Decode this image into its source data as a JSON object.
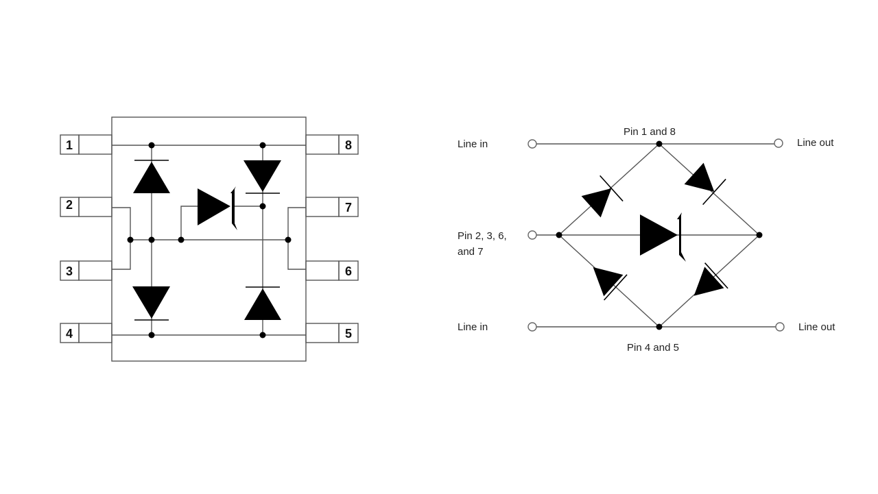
{
  "package_diagram": {
    "pins_left": [
      "1",
      "2",
      "3",
      "4"
    ],
    "pins_right": [
      "8",
      "7",
      "6",
      "5"
    ]
  },
  "schematic": {
    "line_in_top": "Line in",
    "line_in_bottom": "Line in",
    "line_out_top": "Line out",
    "line_out_bottom": "Line out",
    "pin_top": "Pin 1 and 8",
    "pin_bottom": "Pin 4 and 5",
    "pin_left_line1": "Pin 2, 3, 6,",
    "pin_left_line2": "and 7"
  }
}
